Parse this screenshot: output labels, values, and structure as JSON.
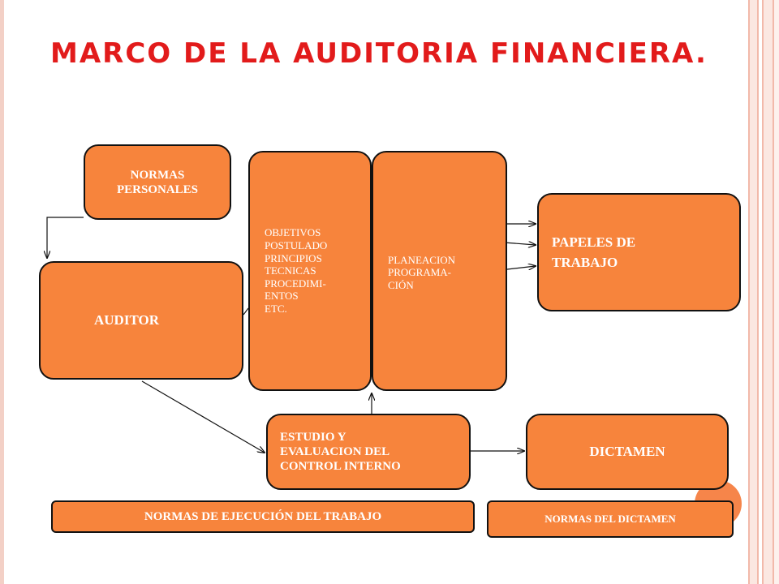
{
  "title": "MARCO DE LA AUDITORIA FINANCIERA.",
  "boxes": {
    "normas_personales": "NORMAS\nPERSONALES",
    "auditor": "AUDITOR",
    "objetivos": "OBJETIVOS\nPOSTULADO\nPRINCIPIOS\nTECNICAS\nPROCEDIMI-\nENTOS\nETC.",
    "planeacion": "PLANEACION\nPROGRAMA-\nCIÓN",
    "papeles": "PAPELES DE\nTRABAJO",
    "estudio": "ESTUDIO Y\nEVALUACION DEL\nCONTROL INTERNO",
    "dictamen": "DICTAMEN",
    "normas_ejecucion": "NORMAS DE EJECUCIÓN DEL TRABAJO",
    "normas_dictamen": "NORMAS DEL DICTAMEN"
  },
  "colors": {
    "title": "#e21b1b",
    "box_fill": "#f7843c",
    "box_border": "#111111",
    "box_text": "#ffffff",
    "accent_circle": "#f6854a"
  }
}
